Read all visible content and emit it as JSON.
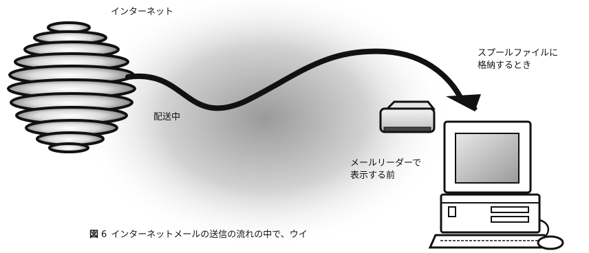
{
  "labels": {
    "internet": "インターネット",
    "delivering": "配送中",
    "spool_line1": "スプールファイルに",
    "spool_line2": "格納するとき",
    "before_line1": "メールリーダーで",
    "before_line2": "表示する前"
  },
  "caption": {
    "figure_word": "図",
    "figure_number": "6",
    "text": "インターネットメールの送信の流れの中で、ウイ"
  },
  "colors": {
    "ink": "#111111",
    "glow_center": "#9a9a9a",
    "background": "#ffffff"
  }
}
